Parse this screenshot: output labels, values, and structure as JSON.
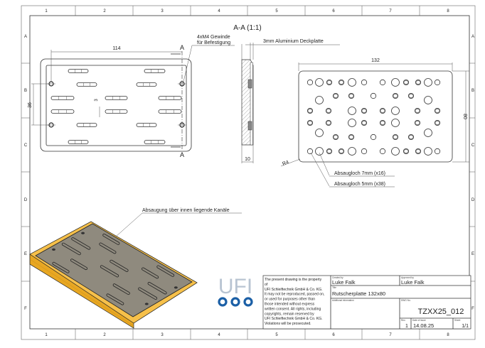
{
  "frame": {
    "columns": [
      "1",
      "2",
      "3",
      "4",
      "5",
      "6",
      "7",
      "8"
    ],
    "rows": [
      "A",
      "B",
      "C",
      "D",
      "E",
      "F"
    ]
  },
  "top_view": {
    "dim_length": "114",
    "dim_spacing": "36",
    "dim_slot_gap": "3",
    "section_marker": "A",
    "thread_note_line1": "4xM4 Gewinde",
    "thread_note_line2": "für Befestigung"
  },
  "section_view": {
    "title": "A-A (1:1)",
    "cover_note": "3mm Aluminium Deckplatte",
    "dim_thickness": "10"
  },
  "bottom_view": {
    "dim_length": "132",
    "dim_height": "80",
    "dim_radius": "R4",
    "hole_note_7mm": "Absaugloch 7mm (x16)",
    "hole_note_5mm": "Absaugloch 5mm (x38)"
  },
  "iso_view": {
    "note": "Absaugung über innen liegende Kanäle",
    "colors": {
      "base": "#f2b632",
      "cover": "#8f8a7e"
    }
  },
  "logo": {
    "text": "UFI",
    "colors": {
      "text": "#b8c4d2",
      "rings": "#1b5fa6"
    }
  },
  "title_block": {
    "disclaimer": [
      "The present drawing is the property",
      "of",
      "UFI Schleiftechnik GmbH & Co. KG.",
      "It may not be reproduced, passed on,",
      "or used for purposes other than",
      "those intended without express",
      "written consent. All rights, including",
      "copyrights, remain reserved by",
      "UFI Schleiftechnik GmbH & Co. KG.",
      "Violations will be prosecuted."
    ],
    "created_by_label": "Created by",
    "created_by": "Luke Falk",
    "approved_by_label": "Approved by",
    "approved_by": "Luke Falk",
    "title_label": "Title",
    "title": "Rutscherplatte 132x80",
    "additional_info_label": "Additional information",
    "dwg_no_label": "DWG No.",
    "dwg_no": "TZXX25_012",
    "rev_label": "Rev.",
    "rev": "1",
    "date_label": "Date of issue",
    "date": "14.08.25",
    "sheet_label": "Sheet",
    "sheet": "1/1"
  }
}
